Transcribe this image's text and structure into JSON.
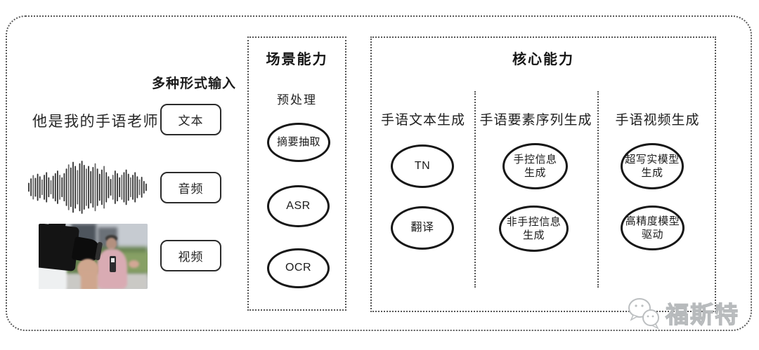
{
  "input_section": {
    "label": "多种形式输入",
    "sample_text": "他是我的手语老师",
    "input_types": [
      {
        "label": "文本"
      },
      {
        "label": "音频"
      },
      {
        "label": "视频"
      }
    ],
    "waveform_icon": "audio-waveform",
    "waveform_amplitudes": [
      0.15,
      0.32,
      0.45,
      0.34,
      0.5,
      0.4,
      0.28,
      0.46,
      0.56,
      0.36,
      0.25,
      0.42,
      0.52,
      0.62,
      0.46,
      0.36,
      0.52,
      0.7,
      0.86,
      0.74,
      0.96,
      0.8,
      0.64,
      0.9,
      1.0,
      0.84,
      0.7,
      0.8,
      0.6,
      0.76,
      0.9,
      0.7,
      0.5,
      0.66,
      0.8,
      0.56,
      0.4,
      0.3,
      0.46,
      0.62,
      0.52,
      0.36,
      0.46,
      0.56,
      0.66,
      0.5,
      0.36,
      0.46,
      0.56,
      0.4,
      0.28,
      0.38,
      0.22,
      0.12
    ]
  },
  "scene_box": {
    "title": "场景能力",
    "subtitle": "预处理",
    "nodes": [
      {
        "lines": [
          "摘要抽取"
        ]
      },
      {
        "lines": [
          "ASR"
        ]
      },
      {
        "lines": [
          "OCR"
        ]
      }
    ]
  },
  "core_box": {
    "title": "核心能力",
    "columns": [
      {
        "header": "手语文本生成",
        "nodes": [
          {
            "lines": [
              "TN"
            ]
          },
          {
            "lines": [
              "翻译"
            ]
          }
        ]
      },
      {
        "header": "手语要素序列生成",
        "nodes": [
          {
            "lines": [
              "手控信息",
              "生成"
            ]
          },
          {
            "lines": [
              "非手控信息",
              "生成"
            ]
          }
        ]
      },
      {
        "header": "手语视频生成",
        "nodes": [
          {
            "lines": [
              "超写实模型",
              "生成"
            ]
          },
          {
            "lines": [
              "高精度模型",
              "驱动"
            ]
          }
        ]
      }
    ]
  },
  "watermark": {
    "text": "福斯特"
  },
  "colors": {
    "line": "#1f1f1f",
    "dotted_border": "#5a5a5a",
    "watermark": "#b7babc",
    "background": "#ffffff"
  }
}
